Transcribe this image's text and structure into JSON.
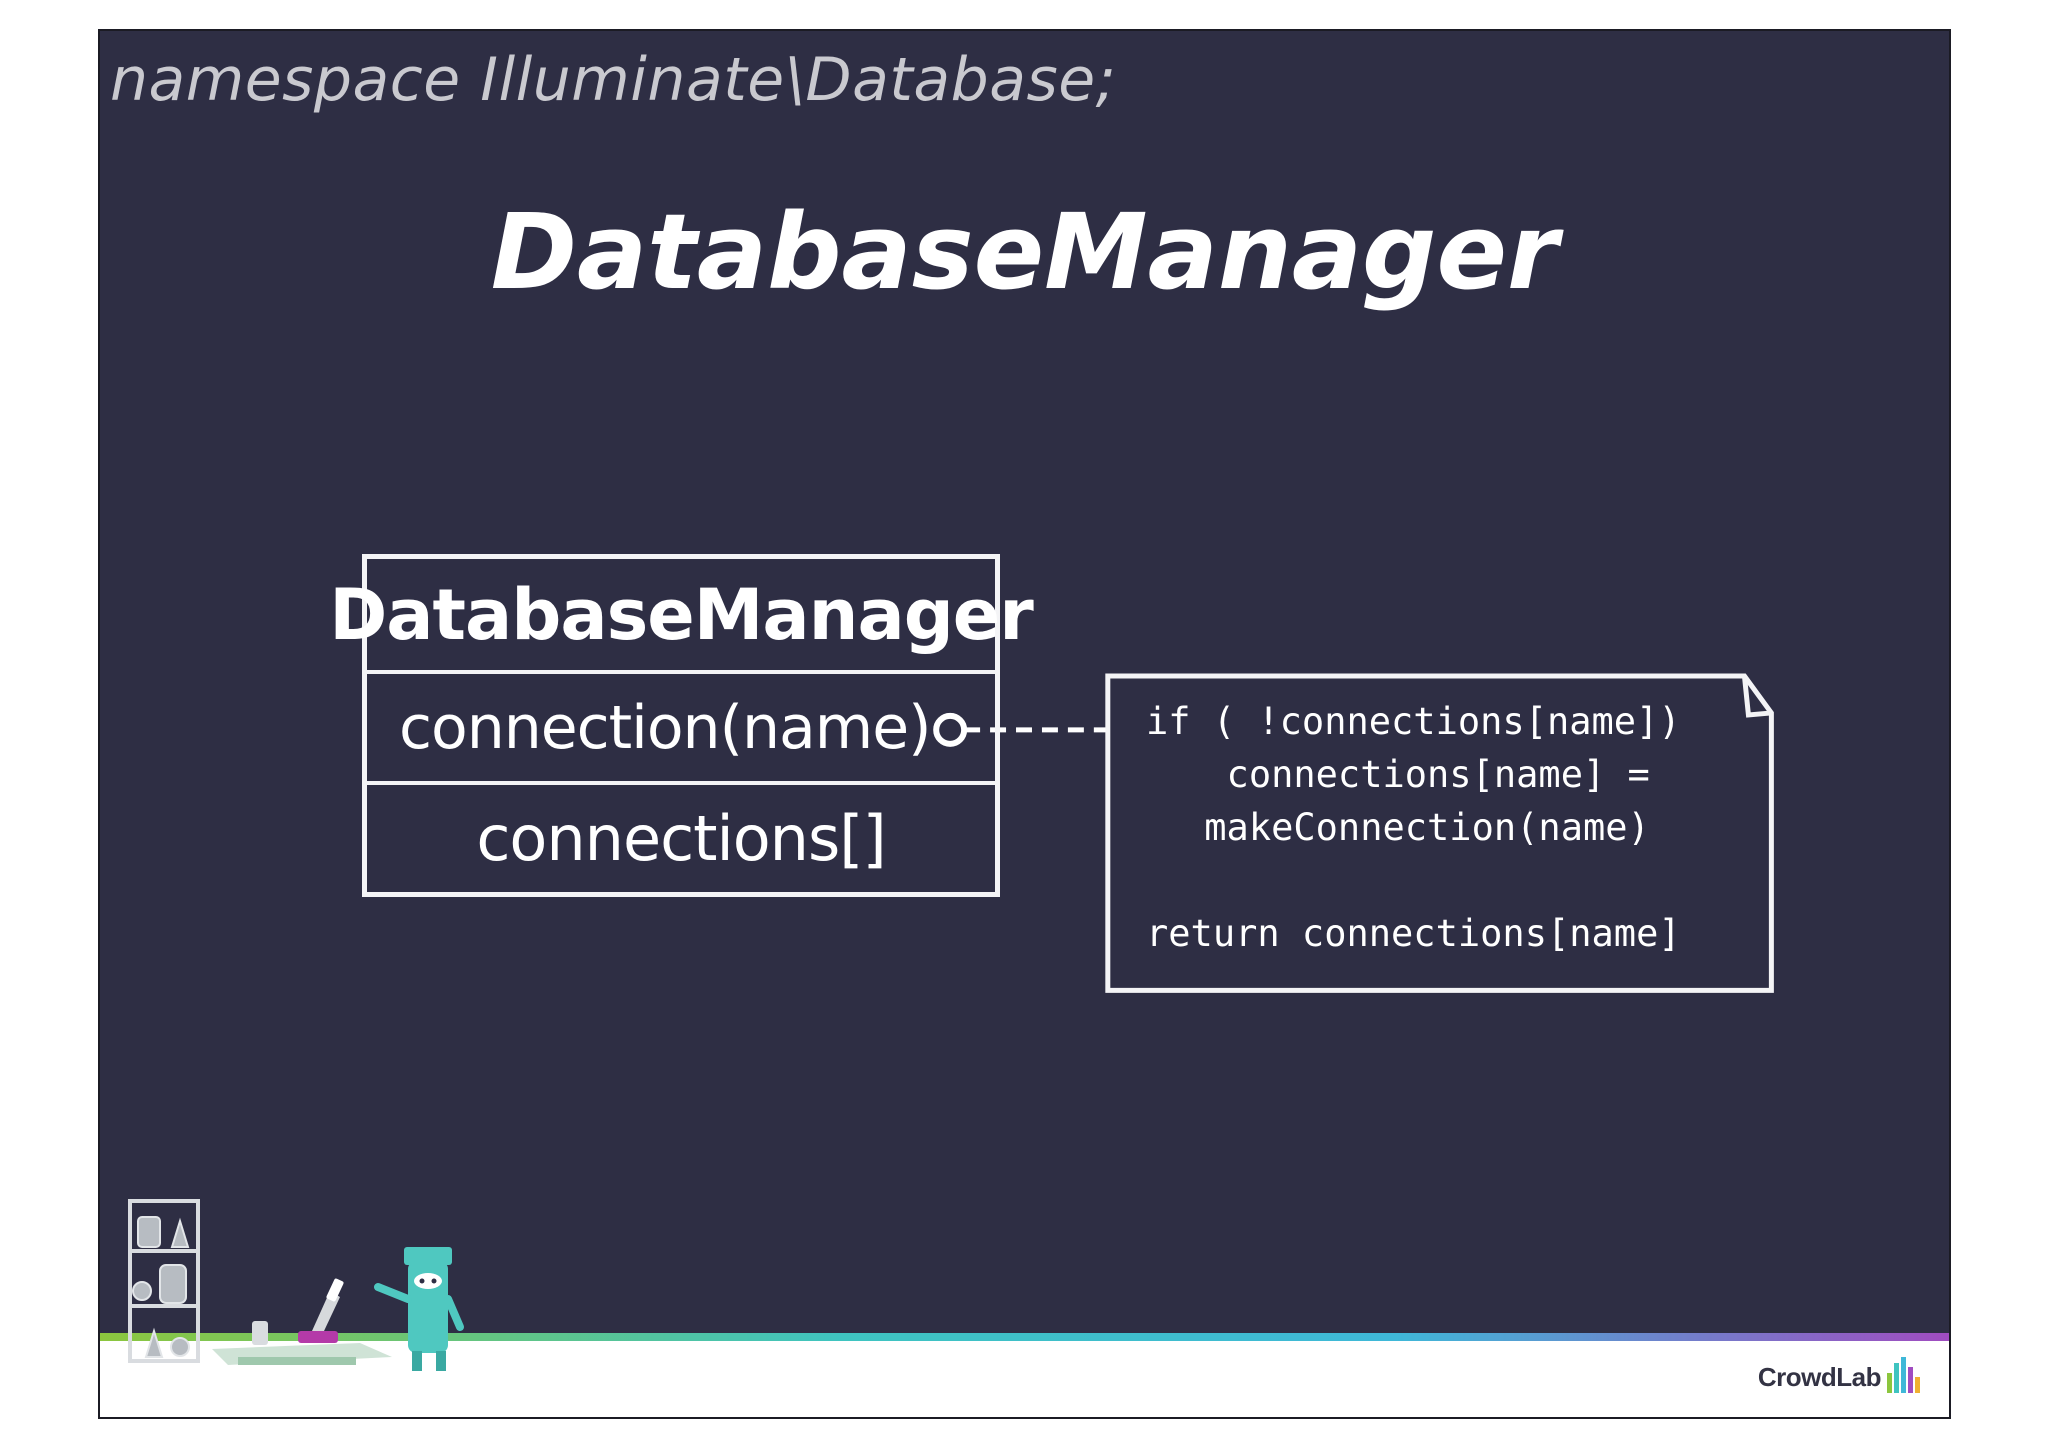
{
  "slide": {
    "namespace": "namespace Illuminate\\Database;",
    "title": "DatabaseManager"
  },
  "uml_class": {
    "name": "DatabaseManager",
    "method": "connection(name)",
    "attribute": "connections[]"
  },
  "note": {
    "lines": [
      "if ( !connections[name])",
      "  connections[name] =",
      " makeConnection(name)",
      "",
      "return connections[name]"
    ]
  },
  "brand": {
    "name": "CrowdLab"
  },
  "colors": {
    "background": "#2e2e44",
    "foreground": "#ffffff",
    "namespace_text": "#c9c9cf",
    "band_green": "#8cc63e",
    "band_teal": "#3fc4c0",
    "band_purple": "#a04cc0"
  }
}
